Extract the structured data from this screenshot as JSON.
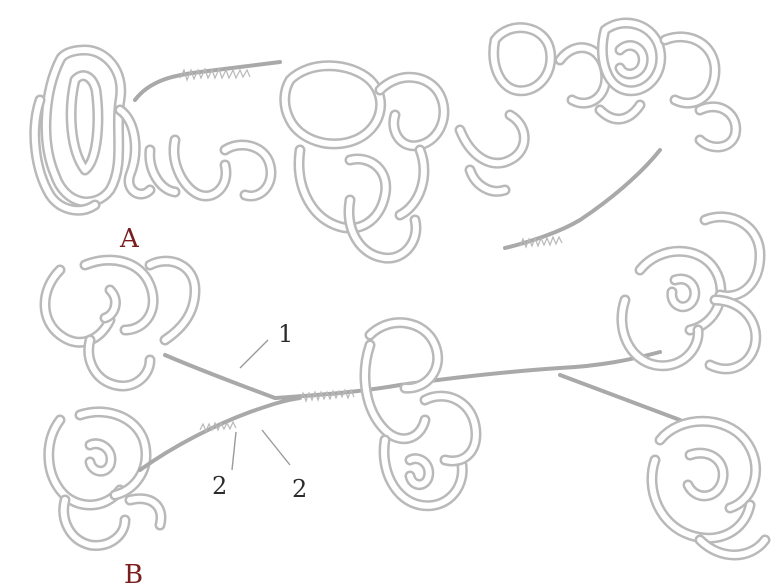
{
  "diagram": {
    "labels": {
      "neuron_a": "A",
      "neuron_b": "B",
      "marker_1": "1",
      "marker_2_left": "2",
      "marker_2_right": "2"
    },
    "colors": {
      "letter_labels": "#7a1f1f",
      "number_labels": "#2b2b2b",
      "outline": "#b9b9b9",
      "background": "#ffffff"
    }
  }
}
